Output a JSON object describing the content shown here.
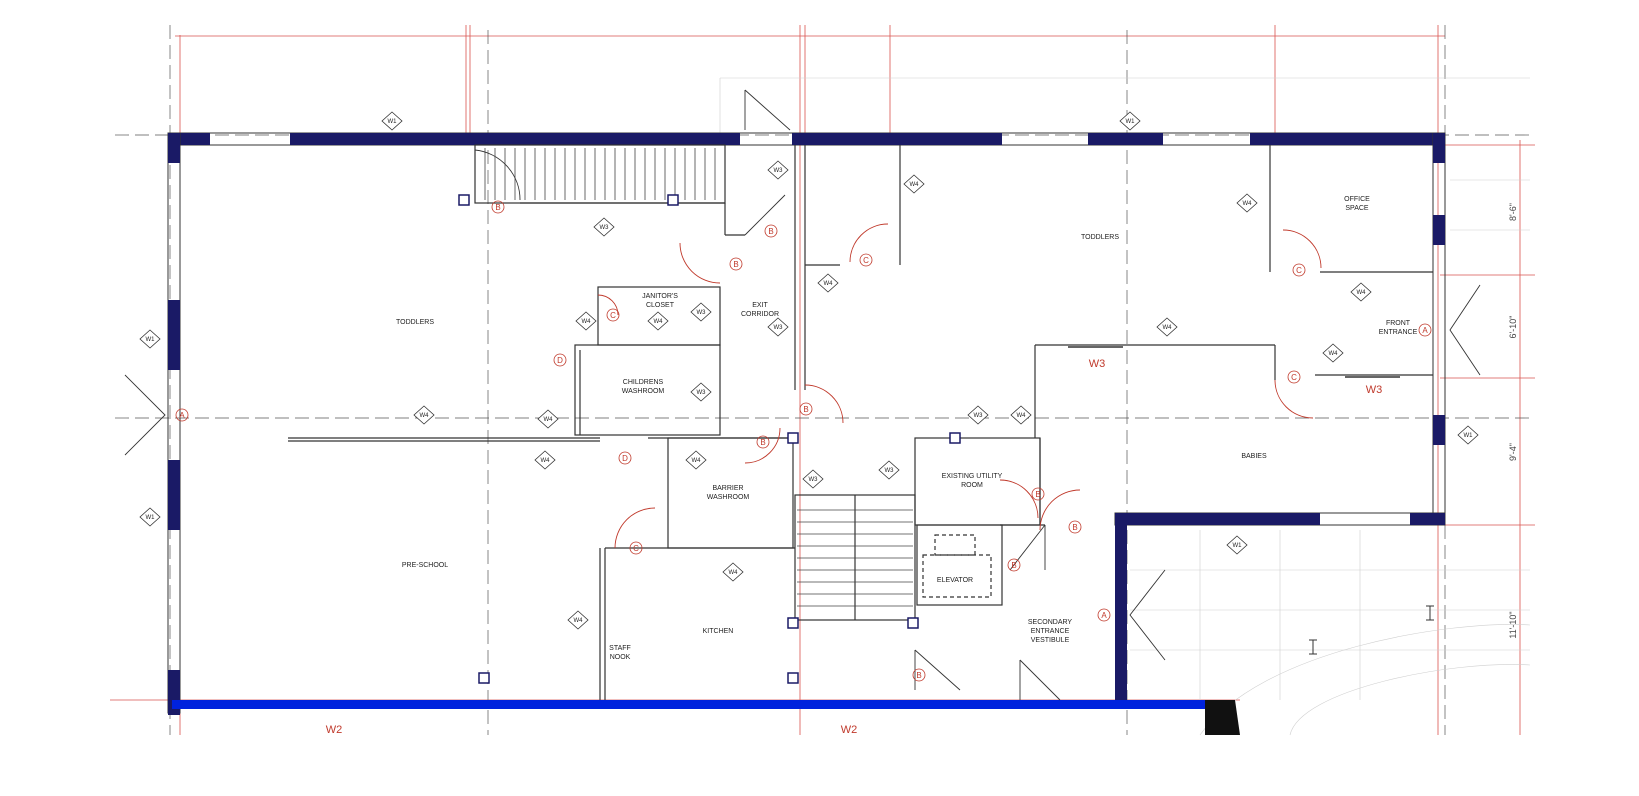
{
  "rooms": {
    "toddlers_left": "TODDLERS",
    "toddlers_right": "TODDLERS",
    "pre_school": "PRE-SCHOOL",
    "kitchen": "KITCHEN",
    "staff_nook_1": "STAFF",
    "staff_nook_2": "NOOK",
    "janitors_1": "JANITOR'S",
    "janitors_2": "CLOSET",
    "childrens_1": "CHILDRENS",
    "childrens_2": "WASHROOM",
    "barrier_1": "BARRIER",
    "barrier_2": "WASHROOM",
    "exit_1": "EXIT",
    "exit_2": "CORRIDOR",
    "utility_1": "EXISTING UTILITY",
    "utility_2": "ROOM",
    "elevator": "ELEVATOR",
    "secondary_1": "SECONDARY",
    "secondary_2": "ENTRANCE",
    "secondary_3": "VESTIBULE",
    "office_1": "OFFICE",
    "office_2": "SPACE",
    "front_1": "FRONT",
    "front_2": "ENTRANCE",
    "babies": "BABIES"
  },
  "window_labels": {
    "w2_left": "W2",
    "w2_mid": "W2",
    "w3_a": "W3",
    "w3_b": "W3"
  },
  "dimensions": {
    "d1": "8'-6\"",
    "d2": "6'-10\"",
    "d3": "9'-4\"",
    "d4": "11'-10\""
  },
  "door_types": {
    "A": "A",
    "B": "B",
    "C": "C",
    "D": "D"
  },
  "tag_types": {
    "w1": "W1",
    "w3": "W3",
    "w4": "W4"
  },
  "colors": {
    "wall": "#1a1a66",
    "bluewall": "#0022dd",
    "red": "#c0392b",
    "line": "#333333"
  }
}
